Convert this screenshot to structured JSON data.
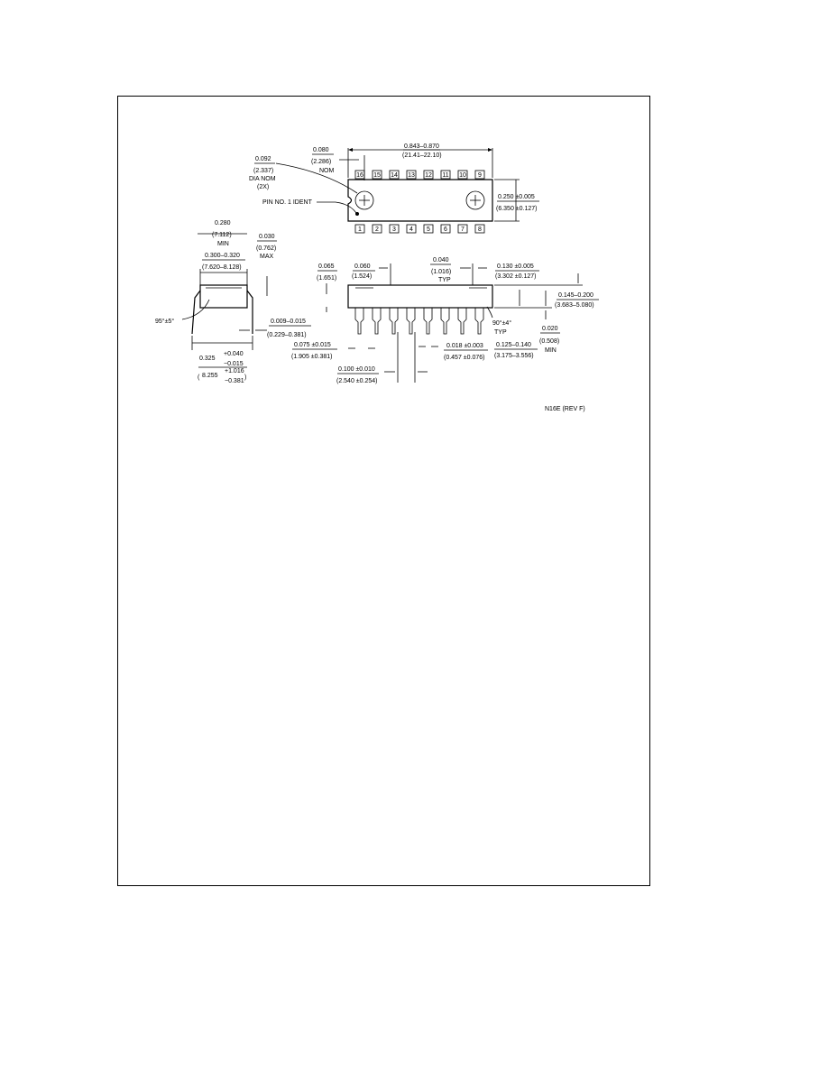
{
  "top_view": {
    "pins_top": [
      "16",
      "15",
      "14",
      "13",
      "12",
      "11",
      "10",
      "9"
    ],
    "pins_bottom": [
      "1",
      "2",
      "3",
      "4",
      "5",
      "6",
      "7",
      "8"
    ],
    "dim_length_in": "0.843–0.870",
    "dim_length_mm": "(21.41–22.10)",
    "dim_notch_in": "0.080",
    "dim_notch_mm": "(2.286)",
    "dim_notch_note": "NOM",
    "dim_hole_in": "0.092",
    "dim_hole_mm": "(2.337)",
    "dim_hole_note1": "DIA NOM",
    "dim_hole_note2": "(2X)",
    "pin1_label": "PIN NO. 1 IDENT",
    "dim_width_in": "0.250 ±0.005",
    "dim_width_mm": "(6.350 ±0.127)"
  },
  "end_view": {
    "dim_a_in": "0.280",
    "dim_a_mm": "(7.112)",
    "dim_a_note": "MIN",
    "dim_b_in": "0.300–0.320",
    "dim_b_mm": "(7.620–8.128)",
    "dim_c_in": "0.030",
    "dim_c_mm": "(0.762)",
    "dim_c_note": "MAX",
    "angle": "95°±5°",
    "dim_lead_in": "0.009–0.015",
    "dim_lead_mm": "(0.229–0.381)",
    "dim_span_in": "0.325",
    "dim_span_tol_plus": "+0.040",
    "dim_span_tol_minus": "−0.015",
    "dim_span_mm": "8.255",
    "dim_span_mm_plus": "+1.016",
    "dim_span_mm_minus": "−0.381"
  },
  "side_view": {
    "dim_a_in": "0.065",
    "dim_a_mm": "(1.651)",
    "dim_b_in": "0.060",
    "dim_b_mm": "(1.524)",
    "dim_c_in": "0.040",
    "dim_c_mm": "(1.016)",
    "dim_c_note": "TYP",
    "dim_d_in": "0.130 ±0.005",
    "dim_d_mm": "(3.302 ±0.127)",
    "dim_e_in": "0.145–0.200",
    "dim_e_mm": "(3.683–5.080)",
    "angle": "90°±4°",
    "angle_note": "TYP",
    "dim_f_in": "0.020",
    "dim_f_mm": "(0.508)",
    "dim_f_note": "MIN",
    "dim_g_in": "0.125–0.140",
    "dim_g_mm": "(3.175–3.556)",
    "dim_h_in": "0.075 ±0.015",
    "dim_h_mm": "(1.905 ±0.381)",
    "dim_i_in": "0.018 ±0.003",
    "dim_i_mm": "(0.457 ±0.076)",
    "dim_j_in": "0.100 ±0.010",
    "dim_j_mm": "(2.540 ±0.254)"
  },
  "drawing_code": "N16E (REV F)"
}
